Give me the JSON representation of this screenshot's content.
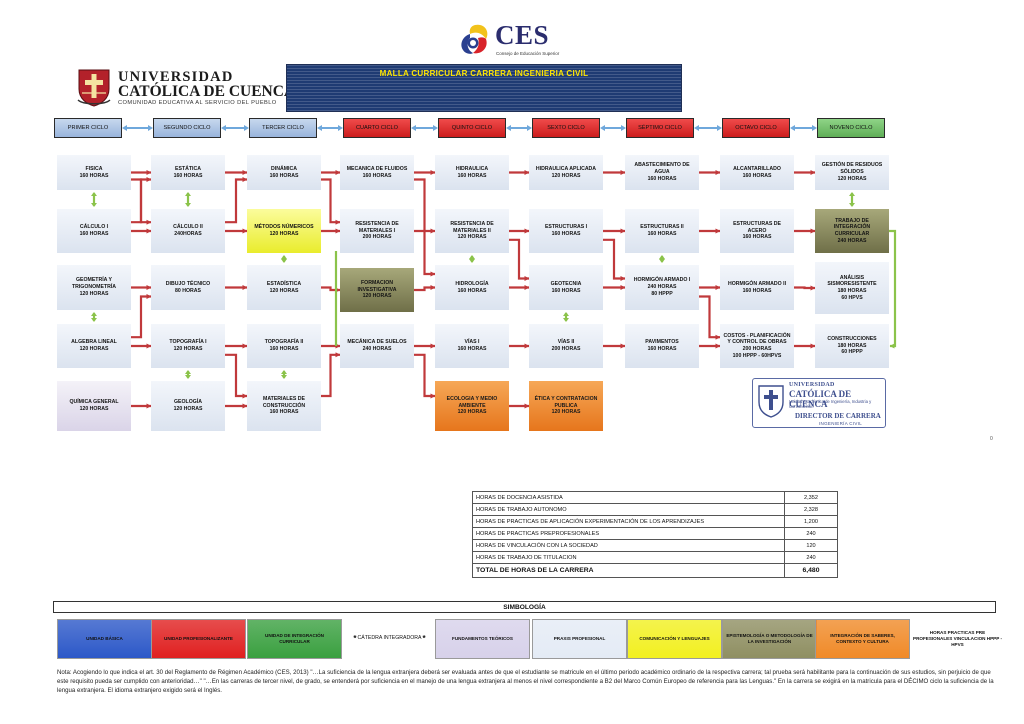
{
  "header": {
    "ces_name": "CES",
    "ces_subtitle": "Consejo de Educación Superior",
    "ucc_line1": "UNIVERSIDAD",
    "ucc_line2": "CATÓLICA DE CUENCA",
    "ucc_line3": "COMUNIDAD EDUCATIVA AL SERVICIO DEL PUEBLO",
    "title": "MALLA CURRICULAR CARRERA  INGENIERIA CIVIL"
  },
  "cycles": [
    {
      "label": "PRIMER CICLO",
      "color": "blue"
    },
    {
      "label": "SEGUNDO CICLO",
      "color": "blue"
    },
    {
      "label": "TERCER CICLO",
      "color": "blue"
    },
    {
      "label": "CUARTO CICLO",
      "color": "red"
    },
    {
      "label": "QUINTO CICLO",
      "color": "red"
    },
    {
      "label": "SEXTO CICLO",
      "color": "red"
    },
    {
      "label": "SÉPTIMO CICLO",
      "color": "red"
    },
    {
      "label": "OCTAVO CICLO",
      "color": "red"
    },
    {
      "label": "NOVENO CICLO",
      "color": "green"
    }
  ],
  "subjects": [
    [
      {
        "name": "FISICA",
        "hours": [
          "160 HORAS"
        ],
        "style": "t"
      },
      {
        "name": "CÁLCULO I",
        "hours": [
          "160 HORAS"
        ],
        "style": "t"
      },
      {
        "name": "GEOMETRÍA Y\nTRIGONOMETRÍA",
        "hours": [
          "120 HORAS"
        ],
        "style": "t"
      },
      {
        "name": "ALGEBRA LINEAL",
        "hours": [
          "120 HORAS"
        ],
        "style": "t"
      },
      {
        "name": "QUÍMICA GENERAL",
        "hours": [
          "120 HORAS"
        ],
        "style": "g"
      }
    ],
    [
      {
        "name": "ESTÁTICA",
        "hours": [
          "160 HORAS"
        ],
        "style": "t"
      },
      {
        "name": "CÁLCULO II",
        "hours": [
          "240HORAS"
        ],
        "style": "t"
      },
      {
        "name": "DIBUJO TÉCNICO",
        "hours": [
          "80 HORAS"
        ],
        "style": "t"
      },
      {
        "name": "TOPOGRAFÍA I",
        "hours": [
          "120 HORAS"
        ],
        "style": "t"
      },
      {
        "name": "GEOLOGÍA",
        "hours": [
          "120 HORAS"
        ],
        "style": "t"
      }
    ],
    [
      {
        "name": "DINÁMICA",
        "hours": [
          "160 HORAS"
        ],
        "style": "t"
      },
      {
        "name": "MÉTODOS NÚMERICOS",
        "hours": [
          "120 HORAS"
        ],
        "style": "y"
      },
      {
        "name": "ESTADÍSTICA",
        "hours": [
          "120 HORAS"
        ],
        "style": "t"
      },
      {
        "name": "TOPOGRAFÍA II",
        "hours": [
          "160 HORAS"
        ],
        "style": "t"
      },
      {
        "name": "MATERIALES DE\nCONSTRUCCIÓN",
        "hours": [
          "160 HORAS"
        ],
        "style": "t"
      }
    ],
    [
      {
        "name": "MECANICA DE FLUIDOS",
        "hours": [
          "160 HORAS"
        ],
        "style": "t"
      },
      {
        "name": "RESISTENCIA DE\nMATERIALES I",
        "hours": [
          "200 HORAS"
        ],
        "style": "t"
      },
      {
        "name": "FORMACION INVESTIGATIVA",
        "hours": [
          "120 HORAS"
        ],
        "style": "k"
      },
      {
        "name": "MECÁNICA DE SUELOS",
        "hours": [
          "240 HORAS"
        ],
        "style": "t"
      }
    ],
    [
      {
        "name": "HIDRAULICA",
        "hours": [
          "160 HORAS"
        ],
        "style": "t"
      },
      {
        "name": "RESISTENCIA DE\nMATERIALES II",
        "hours": [
          "120 HORAS"
        ],
        "style": "t"
      },
      {
        "name": "HIDROLOGÍA",
        "hours": [
          "160 HORAS"
        ],
        "style": "t"
      },
      {
        "name": "VÍAS I",
        "hours": [
          "160 HORAS"
        ],
        "style": "t"
      },
      {
        "name": "ECOLOGIA Y MEDIO\nAMBIENTE",
        "hours": [
          "120 HORAS"
        ],
        "style": "o"
      }
    ],
    [
      {
        "name": "HIDRAULICA APLICADA",
        "hours": [
          "120 HORAS"
        ],
        "style": "t"
      },
      {
        "name": "ESTRUCTURAS I",
        "hours": [
          "160 HORAS"
        ],
        "style": "t"
      },
      {
        "name": "GEOTECNIA",
        "hours": [
          "160 HORAS"
        ],
        "style": "t"
      },
      {
        "name": "VÍAS II",
        "hours": [
          "200 HORAS"
        ],
        "style": "t"
      },
      {
        "name": "ÉTICA Y CONTRATACION\nPUBLICA",
        "hours": [
          "120 HORAS"
        ],
        "style": "o"
      }
    ],
    [
      {
        "name": "ABASTECIMIENTO DE\nAGUA",
        "hours": [
          "160 HORAS"
        ],
        "style": "t"
      },
      {
        "name": "ESTRUCTURAS II",
        "hours": [
          "160 HORAS"
        ],
        "style": "t"
      },
      {
        "name": "HORMIGÓN ARMADO I",
        "hours": [
          "240 HORAS",
          "80 HPPP"
        ],
        "style": "t"
      },
      {
        "name": "PAVIMENTOS",
        "hours": [
          "160 HORAS"
        ],
        "style": "t"
      }
    ],
    [
      {
        "name": "ALCANTARILLADO",
        "hours": [
          "160 HORAS"
        ],
        "style": "t"
      },
      {
        "name": "ESTRUCTURAS DE\nACERO",
        "hours": [
          "160 HORAS"
        ],
        "style": "t"
      },
      {
        "name": "HORMIGÓN ARMADO II",
        "hours": [
          "160 HORAS"
        ],
        "style": "t"
      },
      {
        "name": "COSTOS - PLANIFICACIÓN\nY CONTROL DE OBRAS",
        "hours": [
          "200 HORAS",
          "100 HPPP - 60HPVS"
        ],
        "style": "t"
      }
    ],
    [
      {
        "name": "GESTIÓN DE RESIDUOS\nSÓLIDOS",
        "hours": [
          "120 HORAS"
        ],
        "style": "t"
      },
      {
        "name": "TRABAJO DE INTEGRACIÓN\nCURRICULAR",
        "hours": [
          "240 HORAS"
        ],
        "style": "k"
      },
      {
        "name": "ANÁLISIS\nSISMORESISTENTE",
        "hours": [
          "180 HORAS",
          "60 HPVS"
        ],
        "style": "t"
      },
      {
        "name": "CONSTRUCCIONES",
        "hours": [
          "180 HORAS",
          "60 HPPP"
        ],
        "style": "t"
      }
    ]
  ],
  "stamp": {
    "line1": "UNIVERSIDAD",
    "line2": "CATÓLICA DE CUENCA",
    "line3": "Unidad Académica de Ingeniería, Industria y Construcción",
    "line4": "DIRECTOR DE CARRERA",
    "line5": "INGENIERÍA CIVIL",
    "mark": "0"
  },
  "hours_table": {
    "rows": [
      {
        "label": "HORAS DE DOCENCIA ASISTIDA",
        "value": "2,352"
      },
      {
        "label": "HORAS DE TRABAJO AUTONOMO",
        "value": "2,328"
      },
      {
        "label": "HORAS DE PRACTICAS DE APLICACIÓN EXPERIMENTACIÓN DE LOS APRENDIZAJES",
        "value": "1,200"
      },
      {
        "label": "HORAS DE PRACTICAS PREPROFESIONALES",
        "value": "240"
      },
      {
        "label": "HORAS DE VINCULACIÓN CON LA SOCIEDAD",
        "value": "120"
      },
      {
        "label": "HORAS DE TRABAJO DE TITULACION",
        "value": "240"
      }
    ],
    "total_label": "TOTAL DE HORAS DE LA CARRERA",
    "total_value": "6,480"
  },
  "legend": {
    "title": "SIMBOLOGÍA",
    "items": [
      {
        "label": "UNIDAD BÁSICA",
        "color": "#2c58c8"
      },
      {
        "label": "UNIDAD PROFESIONALIZANTE",
        "color": "#e02020"
      },
      {
        "label": "UNIDAD DE INTEGRACIÓN CURRICULAR",
        "color": "#3aa040"
      },
      {
        "label": "CÁTEDRA INTEGRADORA",
        "color": "#ffffff"
      },
      {
        "label": "FUNDAMENTOS TEÓRICOS",
        "color": "#d7d1ea"
      },
      {
        "label": "PRAXIS PROFESIONAL",
        "color": "#e4ebf5"
      },
      {
        "label": "COMUNICACIÓN Y LENGUAJES",
        "color": "#f2f020"
      },
      {
        "label": "EPISTEMOLOGÍA O METODOLOGÍA DE LA INVESTIGACIÓN",
        "color": "#8f8f62"
      },
      {
        "label": "INTEGRACIÓN DE SABERES, CONTEXTO Y CULTURA",
        "color": "#f08a28"
      },
      {
        "label": "HORAS PRACTICAS PRE PROFESIONALES  VINCULACION HPPP - HPVS",
        "color": "#ffffff"
      }
    ]
  },
  "note": "Nota: Acogiendo lo que indica el art. 30 del Reglamento de Régimen Académico (CES, 2013) \"…La suficiencia de la lengua extranjera deberá ser evaluada antes de que el estudiante se matricule en el último periodo académico ordinario de la respectiva carrera; tal prueba será habilitante para la continuación de sus estudios, sin perjuicio de que este requisito pueda ser cumplido con anterioridad…\" \"…En las carreras de tercer nivel, de grado, se entenderá por suficiencia en el manejo de una lengua extranjera al menos el nivel correspondiente a B2 del Marco Común Europeo de referencia para las Lenguas.\"  En la carrera se exigirá en la matricula para el DÉCIMO ciclo la suficiencia de la lengua extranjera. El idioma extranjero exigido será el Inglés."
}
